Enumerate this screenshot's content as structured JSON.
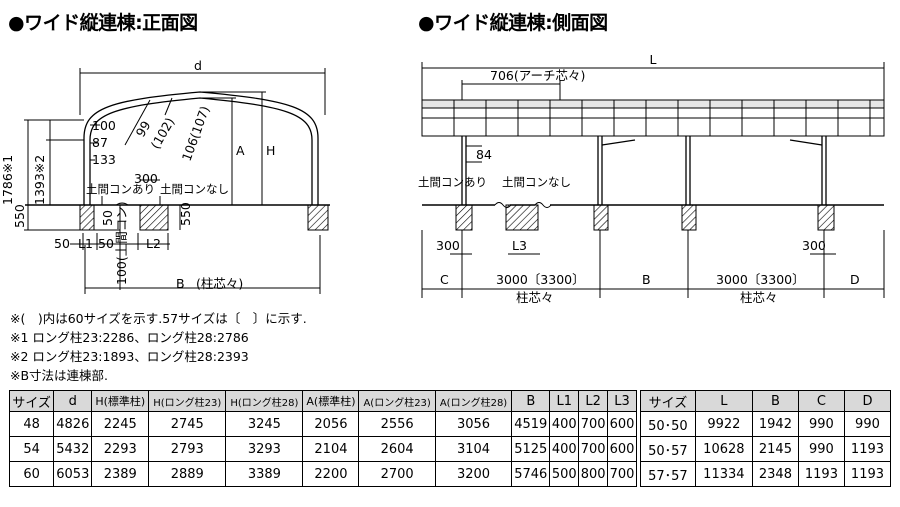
{
  "front": {
    "title": "●ワイド縦連棟:正面図",
    "labels": {
      "d": "d",
      "h1786": "1786※1",
      "h1393": "1393※2",
      "h550": "550",
      "w100": "100",
      "w87": "87",
      "w133": "133",
      "r99": "99",
      "r102": "(102)",
      "r106": "106(107)",
      "a": "A",
      "h": "H",
      "w300": "300",
      "doma_ari": "土間コンあり",
      "doma_nashi": "土間コンなし",
      "v50": "50",
      "v550b": "550",
      "w50a": "50",
      "l1": "L1",
      "w50b": "50",
      "l2": "L2",
      "v100": "100(土間コン)",
      "b": "B",
      "b_note": "(柱芯々)"
    }
  },
  "side": {
    "title": "●ワイド縦連棟:側面図",
    "labels": {
      "L": "L",
      "arch": "706(アーチ芯々)",
      "v84": "84",
      "doma_ari": "土間コンあり",
      "doma_nashi": "土間コンなし",
      "w300a": "300",
      "l3": "L3",
      "w300b": "300",
      "c": "C",
      "s1": "3000〔3300〕",
      "b": "B",
      "s2": "3000〔3300〕",
      "d": "D",
      "pitch1": "柱芯々",
      "pitch2": "柱芯々"
    }
  },
  "notes": [
    "※(　)内は60サイズを示す.57サイズは〔　〕に示す.",
    "※1 ロング柱23:2286、ロング柱28:2786",
    "※2 ロング柱23:1893、ロング柱28:2393",
    "※B寸法は連棟部."
  ],
  "table1": {
    "headers": [
      "サイズ",
      "d",
      "H(標準柱)",
      "H(ロング柱23)",
      "H(ロング柱28)",
      "A(標準柱)",
      "A(ロング柱23)",
      "A(ロング柱28)",
      "B",
      "L1",
      "L2",
      "L3"
    ],
    "rows": [
      [
        "48",
        "4826",
        "2245",
        "2745",
        "3245",
        "2056",
        "2556",
        "3056",
        "4519",
        "400",
        "700",
        "600"
      ],
      [
        "54",
        "5432",
        "2293",
        "2793",
        "3293",
        "2104",
        "2604",
        "3104",
        "5125",
        "400",
        "700",
        "600"
      ],
      [
        "60",
        "6053",
        "2389",
        "2889",
        "3389",
        "2200",
        "2700",
        "3200",
        "5746",
        "500",
        "800",
        "700"
      ]
    ]
  },
  "table2": {
    "headers": [
      "サイズ",
      "L",
      "B",
      "C",
      "D"
    ],
    "rows": [
      [
        "50･50",
        "9922",
        "1942",
        "990",
        "990"
      ],
      [
        "50･57",
        "10628",
        "2145",
        "990",
        "1193"
      ],
      [
        "57･57",
        "11334",
        "2348",
        "1193",
        "1193"
      ]
    ]
  }
}
